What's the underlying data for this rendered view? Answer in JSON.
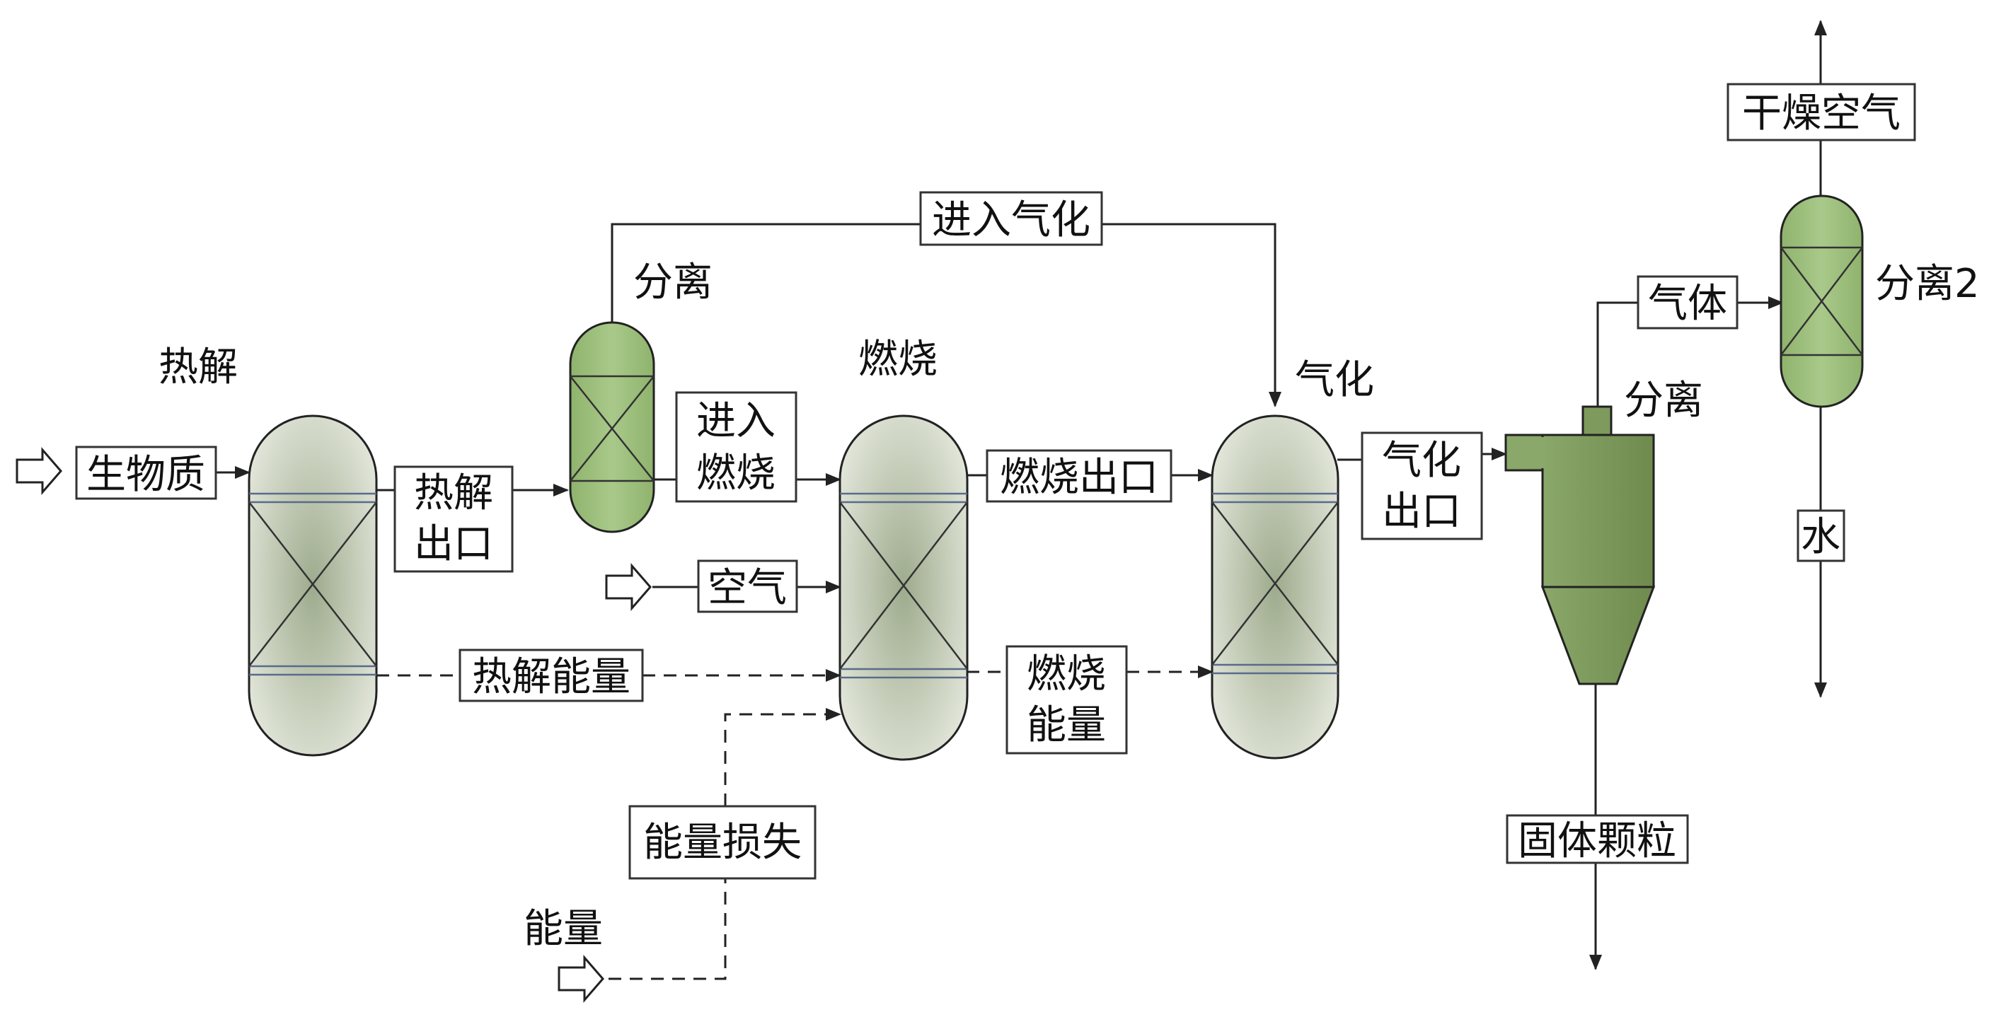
{
  "colors": {
    "vessel_gray": "#d7dccd",
    "vessel_green": "#9bbd7a",
    "cyclone_green": "#7e9a5c",
    "band_blue": "#5a6b8a"
  },
  "units": {
    "pyrolysis": "热解",
    "separation": "分离",
    "combustion": "燃烧",
    "gasification": "气化",
    "cyclone_separation": "分离",
    "separation2": "分离2"
  },
  "streams": {
    "biomass": "生物质",
    "pyrolysis_outlet_1": "热解",
    "pyrolysis_outlet_2": "出口",
    "to_combustion_1": "进入",
    "to_combustion_2": "燃烧",
    "to_gasification": "进入气化",
    "air": "空气",
    "combustion_outlet": "燃烧出口",
    "gasification_outlet_1": "气化",
    "gasification_outlet_2": "出口",
    "gas": "气体",
    "dry_air": "干燥空气",
    "water": "水",
    "solid_particles": "固体颗粒",
    "pyrolysis_energy": "热解能量",
    "combustion_energy_1": "燃烧",
    "combustion_energy_2": "能量",
    "energy_loss": "能量损失",
    "energy": "能量"
  }
}
